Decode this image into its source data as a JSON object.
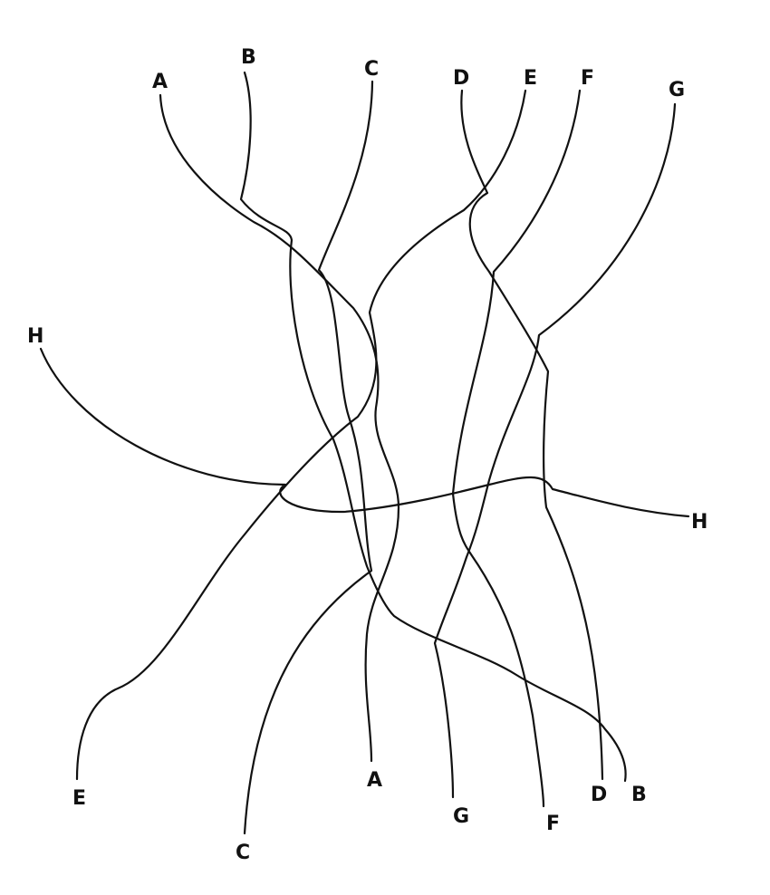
{
  "diagram": {
    "top_labels": {
      "A": "A",
      "B": "B",
      "C": "C",
      "D": "D",
      "E": "E",
      "F": "F",
      "G": "G"
    },
    "left_label": "H",
    "right_label": "H",
    "bottom_labels": {
      "E": "E",
      "C": "C",
      "A": "A",
      "G": "G",
      "F": "F",
      "D": "D",
      "B": "B"
    },
    "stroke_color": "#111111"
  }
}
